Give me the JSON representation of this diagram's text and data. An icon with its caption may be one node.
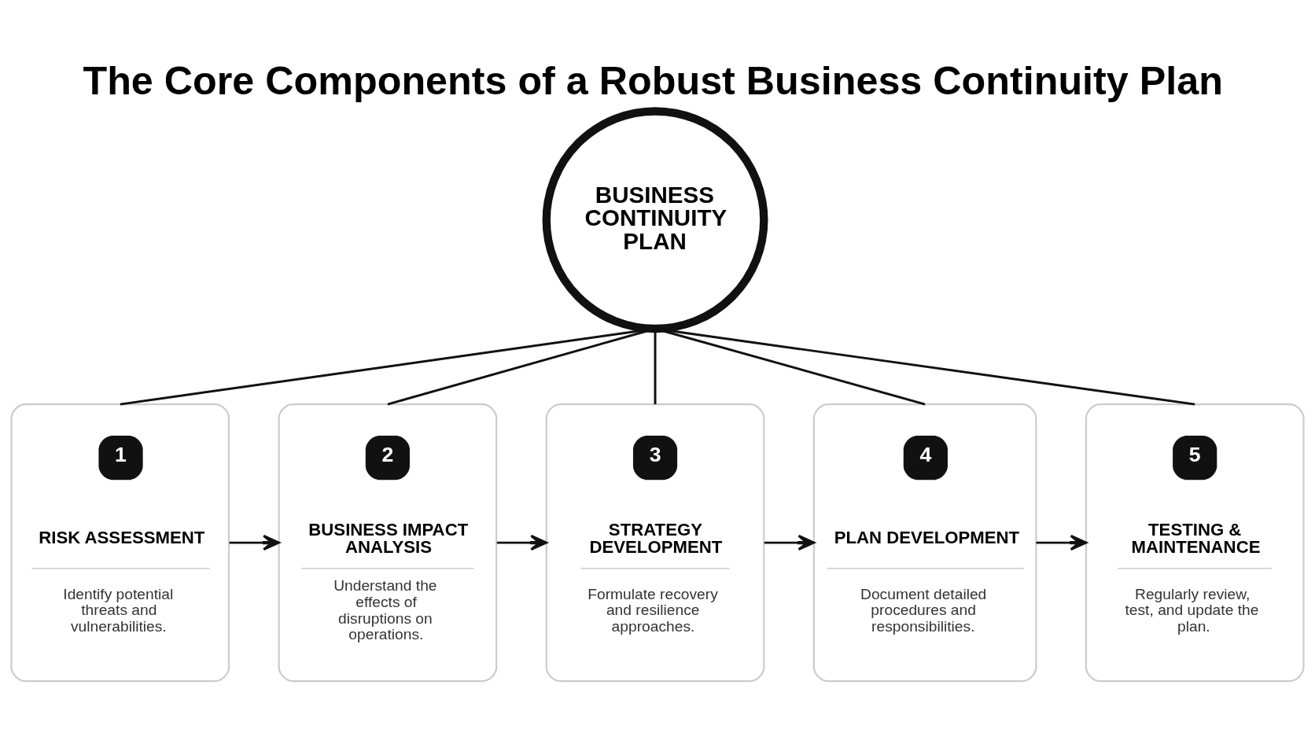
{
  "diagram": {
    "title": "The Core Components of a Robust Business Continuity Plan",
    "nodes": [
      {
        "text": [
          "BUSINESS CONTINUITY PLAN"
        ]
      },
      {
        "text": [
          "1",
          "RISK ASSESSMENT",
          "Identify potential threats and vulnerabilities."
        ]
      },
      {
        "text": [
          "2",
          "BUSINESS IMPACT ANALYSIS",
          "Understand the effects of disruptions on operations."
        ]
      },
      {
        "text": [
          "3",
          "STRATEGY DEVELOPMENT",
          "Formulate recovery and resilience approaches."
        ]
      },
      {
        "text": [
          "4",
          "PLAN DEVELOPMENT",
          "Document detailed procedures and responsibilities."
        ]
      },
      {
        "text": [
          "5",
          "TESTING & MAINTENANCE",
          "Regularly review, test, and update the plan."
        ]
      }
    ],
    "edges": [
      {
        "from": 0,
        "to": 1,
        "arrow": "none"
      },
      {
        "from": 0,
        "to": 2,
        "arrow": "none"
      },
      {
        "from": 0,
        "to": 3,
        "arrow": "none"
      },
      {
        "from": 0,
        "to": 4,
        "arrow": "none"
      },
      {
        "from": 0,
        "to": 5,
        "arrow": "none"
      },
      {
        "from": 1,
        "to": 2,
        "arrow": "to"
      },
      {
        "from": 2,
        "to": 3,
        "arrow": "to"
      },
      {
        "from": 3,
        "to": 4,
        "arrow": "to"
      },
      {
        "from": 4,
        "to": 5,
        "arrow": "to"
      }
    ]
  }
}
